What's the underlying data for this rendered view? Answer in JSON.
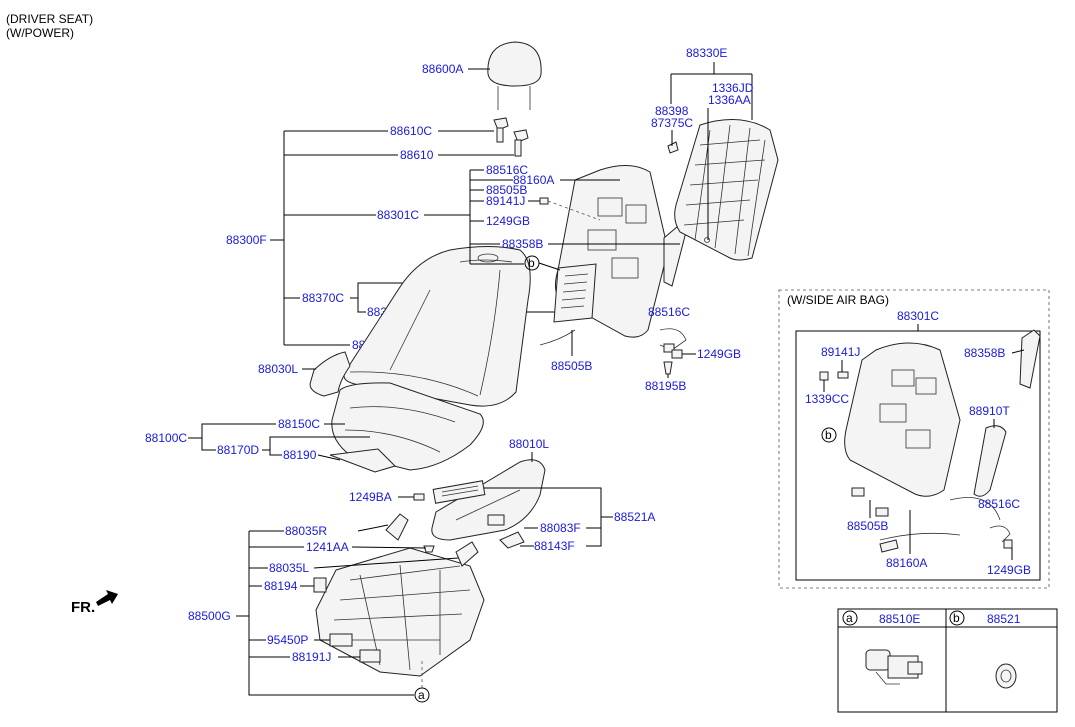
{
  "header": {
    "line1": "(DRIVER SEAT)",
    "line2": "(W/POWER)"
  },
  "fr_label": "FR.",
  "labels": {
    "p88600A": "88600A",
    "p88610C": "88610C",
    "p88610": "88610",
    "p88300F": "88300F",
    "p88301C": "88301C",
    "p88370C": "88370C",
    "p88390A": "88390A",
    "p88350C": "88350C",
    "p88030L": "88030L",
    "p88100C": "88100C",
    "p88150C": "88150C",
    "p88170D": "88170D",
    "p88190": "88190",
    "p88330E": "88330E",
    "p1336JD": "1336JD",
    "p1336AA": "1336AA",
    "p88398": "88398",
    "p87375C": "87375C",
    "p88516C_top": "88516C",
    "p88160A_top": "88160A",
    "p88505B_top": "88505B",
    "p89141J_top": "89141J",
    "p1249GB_top": "1249GB",
    "p88358B_top": "88358B",
    "p88516C_mid": "88516C",
    "p1249GB_mid": "1249GB",
    "p88505B_mid": "88505B",
    "p88195B": "88195B",
    "p88010L": "88010L",
    "p1249BA": "1249BA",
    "p88521A": "88521A",
    "p88083F": "88083F",
    "p88143F": "88143F",
    "p88035R": "88035R",
    "p1241AA": "1241AA",
    "p88035L": "88035L",
    "p88194": "88194",
    "p88500G": "88500G",
    "p95450P": "95450P",
    "p88191J": "88191J"
  },
  "callouts": {
    "a": "a",
    "b": "b"
  },
  "side_airbag": {
    "title": "(W/SIDE AIR BAG)",
    "p88301C": "88301C",
    "p89141J": "89141J",
    "p88358B": "88358B",
    "p1339CC": "1339CC",
    "p88910T": "88910T",
    "p88516C": "88516C",
    "p88505B": "88505B",
    "p88160A": "88160A",
    "p1249GB": "1249GB"
  },
  "legend": {
    "a_key": "a",
    "a_part": "88510E",
    "b_key": "b",
    "b_part": "88521"
  }
}
